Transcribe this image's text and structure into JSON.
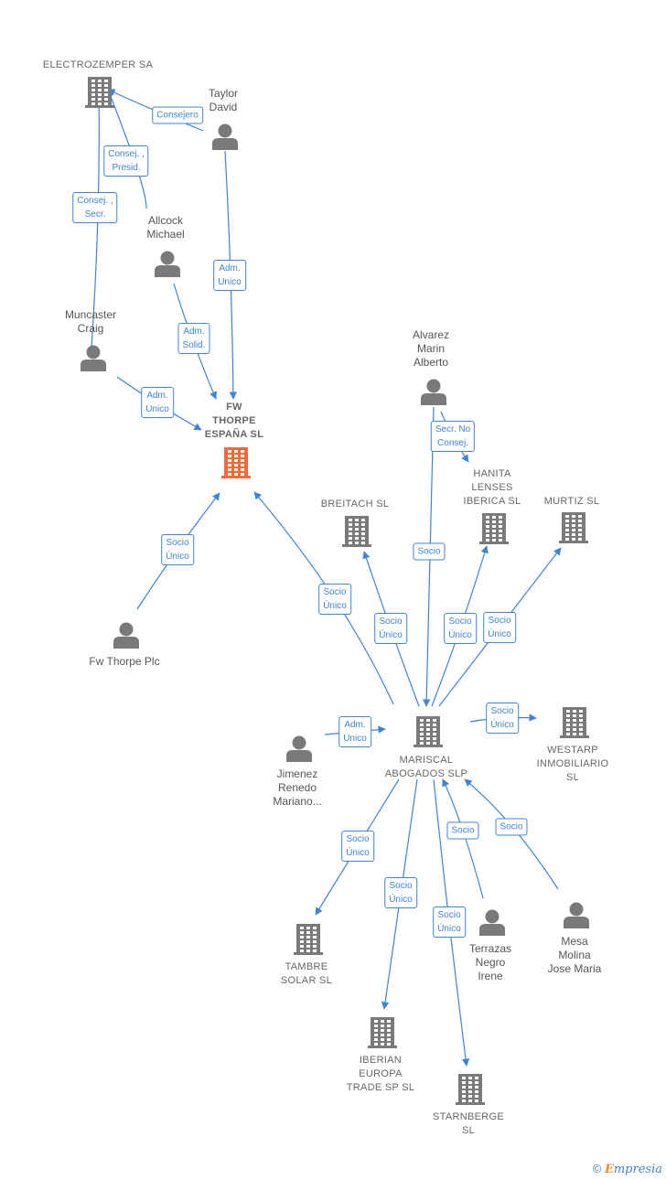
{
  "colors": {
    "edge": "#3f84d6",
    "node": "#7a7a7a",
    "focus": "#f26a35"
  },
  "nodes": [
    {
      "id": "electrozemper",
      "type": "company",
      "label": "ELECTROZEMPER SA"
    },
    {
      "id": "taylor",
      "type": "person",
      "label": "Taylor\nDavid"
    },
    {
      "id": "allcock",
      "type": "person",
      "label": "Allcock\nMichael"
    },
    {
      "id": "muncaster",
      "type": "person",
      "label": "Muncaster\nCraig"
    },
    {
      "id": "fwthorpe_es",
      "type": "company",
      "label": "FW\nTHORPE\nESPAÑA  SL",
      "focus": true
    },
    {
      "id": "fwthorpe_plc",
      "type": "person",
      "label": "Fw Thorpe Plc"
    },
    {
      "id": "alvarez",
      "type": "person",
      "label": "Alvarez\nMarin\nAlberto"
    },
    {
      "id": "hanita",
      "type": "company",
      "label": "HANITA\nLENSES\nIBERICA  SL"
    },
    {
      "id": "breitach",
      "type": "company",
      "label": "BREITACH  SL"
    },
    {
      "id": "murtiz",
      "type": "company",
      "label": "MURTIZ  SL"
    },
    {
      "id": "mariscal",
      "type": "company",
      "label": "MARISCAL\nABOGADOS SLP"
    },
    {
      "id": "westarp",
      "type": "company",
      "label": "WESTARP\nINMOBILIARIO\nSL"
    },
    {
      "id": "jimenez",
      "type": "person",
      "label": "Jimenez\nRenedo\nMariano..."
    },
    {
      "id": "tambre",
      "type": "company",
      "label": "TAMBRE\nSOLAR  SL"
    },
    {
      "id": "iberian",
      "type": "company",
      "label": "IBERIAN\nEUROPA\nTRADE SP  SL"
    },
    {
      "id": "starnberge",
      "type": "company",
      "label": "STARNBERGE\nSL"
    },
    {
      "id": "terrazas",
      "type": "person",
      "label": "Terrazas\nNegro\nIrene"
    },
    {
      "id": "mesa",
      "type": "person",
      "label": "Mesa\nMolina\nJose Maria"
    }
  ],
  "edges": [
    {
      "from": "taylor",
      "to": "electrozemper",
      "label": "Consejero"
    },
    {
      "from": "allcock",
      "to": "electrozemper",
      "label": "Consej. ,\nPresid."
    },
    {
      "from": "muncaster",
      "to": "electrozemper",
      "label": "Consej. ,\nSecr."
    },
    {
      "from": "taylor",
      "to": "fwthorpe_es",
      "label": "Adm.\nUnico"
    },
    {
      "from": "allcock",
      "to": "fwthorpe_es",
      "label": "Adm.\nSolid."
    },
    {
      "from": "muncaster",
      "to": "fwthorpe_es",
      "label": "Adm.\nUnico"
    },
    {
      "from": "fwthorpe_plc",
      "to": "fwthorpe_es",
      "label": "Socio\nÚnico"
    },
    {
      "from": "mariscal",
      "to": "fwthorpe_es",
      "label": "Socio\nÚnico"
    },
    {
      "from": "alvarez",
      "to": "hanita",
      "label": "Secr.  No\nConsej."
    },
    {
      "from": "alvarez",
      "to": "mariscal",
      "label": "Socio"
    },
    {
      "from": "mariscal",
      "to": "breitach",
      "label": "Socio\nÚnico"
    },
    {
      "from": "mariscal",
      "to": "hanita",
      "label": "Socio\nÚnico"
    },
    {
      "from": "mariscal",
      "to": "murtiz",
      "label": "Socio\nÚnico"
    },
    {
      "from": "mariscal",
      "to": "westarp",
      "label": "Socio\nÚnico"
    },
    {
      "from": "jimenez",
      "to": "mariscal",
      "label": "Adm.\nUnico"
    },
    {
      "from": "mariscal",
      "to": "tambre",
      "label": "Socio\nÚnico"
    },
    {
      "from": "mariscal",
      "to": "iberian",
      "label": "Socio\nÚnico"
    },
    {
      "from": "mariscal",
      "to": "starnberge",
      "label": "Socio\nÚnico"
    },
    {
      "from": "terrazas",
      "to": "mariscal",
      "label": "Socio"
    },
    {
      "from": "mesa",
      "to": "mariscal",
      "label": "Socio"
    }
  ],
  "footer": {
    "copyright": "©",
    "brand_initial": "E",
    "brand_rest": "mpresia"
  }
}
